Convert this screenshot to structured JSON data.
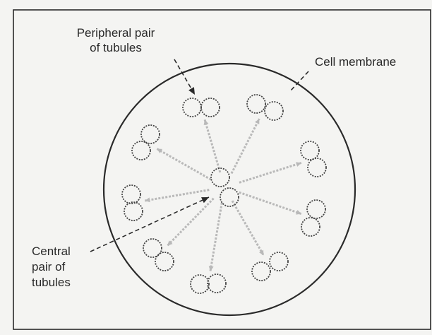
{
  "labels": {
    "peripheral": [
      "Peripheral pair",
      "of tubules"
    ],
    "membrane": "Cell membrane",
    "central": [
      "Central",
      "pair of",
      "tubules"
    ]
  },
  "colors": {
    "background": "#f4f4f2",
    "ink": "#2a2a2a",
    "tubule": "#444444",
    "spoke": "#b9b9b9"
  }
}
